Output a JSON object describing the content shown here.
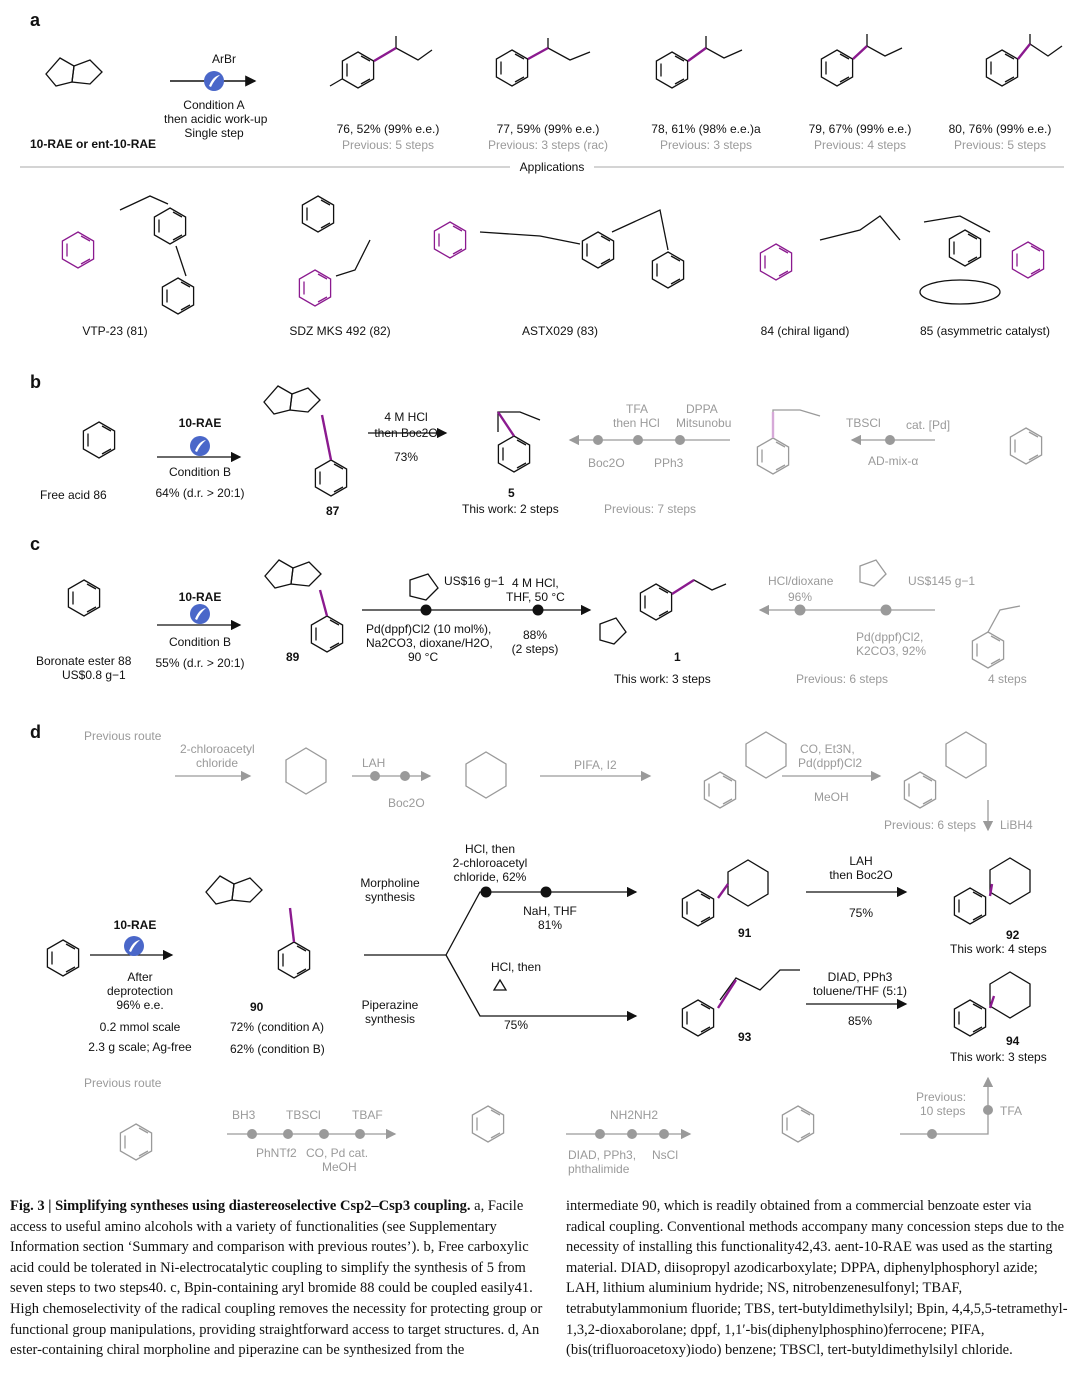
{
  "panels": {
    "a": "a",
    "b": "b",
    "c": "c",
    "d": "d"
  },
  "a": {
    "reagent": "ArBr",
    "condition": [
      "Condition A",
      "then acidic work-up",
      "Single step"
    ],
    "start": "10-RAE or ent-10-RAE",
    "products": [
      {
        "id": "76",
        "yield": "76, 52% (99% e.e.)",
        "prev": "Previous: 5 steps"
      },
      {
        "id": "77",
        "yield": "77, 59% (99% e.e.)",
        "prev": "Previous: 3 steps (rac)"
      },
      {
        "id": "78",
        "yield": "78, 61% (98% e.e.)a",
        "prev": "Previous: 3 steps"
      },
      {
        "id": "79",
        "yield": "79, 67% (99% e.e.)",
        "prev": "Previous: 4 steps"
      },
      {
        "id": "80",
        "yield": "80, 76% (99% e.e.)",
        "prev": "Previous: 5 steps"
      }
    ],
    "applications_label": "Applications",
    "applications": [
      "VTP-23 (81)",
      "SDZ MKS 492 (82)",
      "ASTX029 (83)",
      "84 (chiral ligand)",
      "85 (asymmetric catalyst)"
    ]
  },
  "b": {
    "start": "Free acid 86",
    "reagent": "10-RAE",
    "condition": "Condition B",
    "yield": "64% (d.r. > 20:1)",
    "intermediate": "87",
    "step2": [
      "4 M HCl",
      "then Boc2O",
      "73%"
    ],
    "product": "5",
    "this_work": "This work: 2 steps",
    "previous": "Previous: 7 steps",
    "prev_reagents": [
      "TFA",
      "then HCl",
      "DPPA",
      "Mitsunobu",
      "Boc2O",
      "PPh3",
      "TBSCl",
      "cat. [Pd]",
      "AD-mix-α"
    ]
  },
  "c": {
    "start": "Boronate ester 88",
    "price": "US$0.8 g−1",
    "reagent": "10-RAE",
    "condition": "Condition B",
    "yield": "55% (d.r. > 20:1)",
    "intermediate": "89",
    "price2": "US$16 g−1",
    "cond2": [
      "Pd(dppf)Cl2 (10 mol%),",
      "Na2CO3, dioxane/H2O,",
      "90 °C"
    ],
    "cond3": [
      "4 M HCl,",
      "THF, 50 °C"
    ],
    "yield2": [
      "88%",
      "(2 steps)"
    ],
    "product": "1",
    "this_work": "This work: 3 steps",
    "previous": "Previous: 6 steps",
    "prev_reagents": [
      "HCl/dioxane",
      "96%",
      "US$145 g−1",
      "Pd(dppf)Cl2,",
      "K2CO3, 92%",
      "4 steps"
    ]
  },
  "d": {
    "previous_route": "Previous route",
    "top_reagents": [
      "2-chloroacetyl",
      "chloride",
      "LAH",
      "Boc2O",
      "PIFA, I2",
      "CO, Et3N,",
      "Pd(dppf)Cl2",
      "MeOH",
      "Previous: 6 steps",
      "LiBH4"
    ],
    "reagent": "10-RAE",
    "cond": [
      "After",
      "deprotection",
      "96% e.e."
    ],
    "scale": [
      "0.2 mmol scale",
      "2.3 g scale; Ag-free"
    ],
    "intermediate": "90",
    "yields90": [
      "72% (condition A)",
      "62% (condition B)"
    ],
    "morph": [
      "Morpholine",
      "synthesis"
    ],
    "pip": [
      "Piperazine",
      "synthesis"
    ],
    "m_cond": [
      "HCl, then",
      "2-chloroacetyl",
      "chloride, 62%",
      "NaH, THF",
      "81%"
    ],
    "lah": [
      "LAH",
      "then Boc2O",
      "75%"
    ],
    "p_cond": [
      "HCl, then",
      "75%"
    ],
    "diad": [
      "DIAD, PPh3",
      "toluene/THF (5:1)",
      "85%"
    ],
    "compounds": [
      "91",
      "92",
      "93",
      "94"
    ],
    "this92": "This work: 4 steps",
    "this94": "This work: 3 steps",
    "bottom_reagents": [
      "BH3",
      "TBSCl",
      "TBAF",
      "PhNTf2",
      "CO, Pd cat.",
      "MeOH",
      "NH2NH2",
      "DIAD, PPh3,",
      "phthalimide",
      "NsCl",
      "Previous:",
      "10 steps",
      "TFA"
    ]
  },
  "caption": {
    "title": "Fig. 3 | Simplifying syntheses using diastereoselective Csp2–Csp3 coupling.",
    "left": "a, Facile access to useful amino alcohols with a variety of functionalities (see Supplementary Information section ‘Summary and comparison with previous routes’). b, Free carboxylic acid could be tolerated in Ni-electrocatalytic coupling to simplify the synthesis of 5 from seven steps to two steps40. c, Bpin-containing aryl bromide 88 could be coupled easily41. High chemoselectivity of the radical coupling removes the necessity for protecting group or functional group manipulations, providing straightforward access to target structures. d, An ester-containing chiral morpholine and piperazine can be synthesized from the",
    "right": "intermediate 90, which is readily obtained from a commercial benzoate ester via radical coupling. Conventional methods accompany many concession steps due to the necessity of installing this functionality42,43. aent-10-RAE was used as the starting material. DIAD, diisopropyl azodicarboxylate; DPPA, diphenylphosphoryl azide; LAH, lithium aluminium hydride; NS, nitrobenzenesulfonyl; TBAF, tetrabutylammonium fluoride; TBS, tert-butyldimethylsilyl; Bpin, 4,4,5,5-tetramethyl-1,3,2-dioxaborolane; dppf, 1,1′-bis(diphenylphosphino)ferrocene; PIFA, (bis(trifluoroacetoxy)iodo) benzene; TBSCl, tert-butyldimethylsilyl chloride."
  }
}
